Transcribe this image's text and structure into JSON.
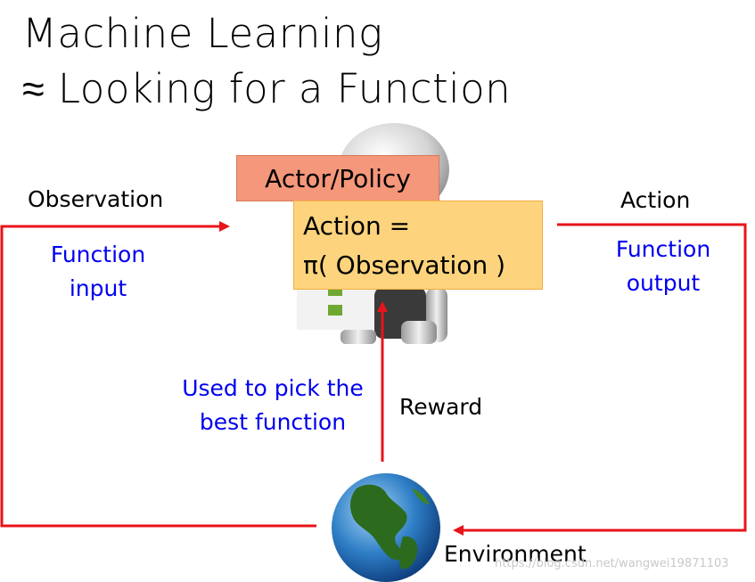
{
  "title": {
    "line1": "Machine Learning",
    "line2": "≈ Looking for a Function"
  },
  "actor_box": {
    "label": "Actor/Policy"
  },
  "action_box": {
    "line1": "Action =",
    "line2": "π( Observation )"
  },
  "labels": {
    "observation": "Observation",
    "action": "Action",
    "reward": "Reward",
    "environment": "Environment"
  },
  "annotations": {
    "function_input_1": "Function",
    "function_input_2": "input",
    "function_output_1": "Function",
    "function_output_2": "output",
    "pick_1": "Used to pick the",
    "pick_2": "best function"
  },
  "watermark": "https://blog.csdn.net/wangwei19871103",
  "colors": {
    "arrow": "#e8141a",
    "annotation": "#0000ee",
    "actor_box": "#f4977a",
    "action_box": "#fdd47d"
  },
  "icons": [
    "robot-icon",
    "earth-globe-icon"
  ]
}
